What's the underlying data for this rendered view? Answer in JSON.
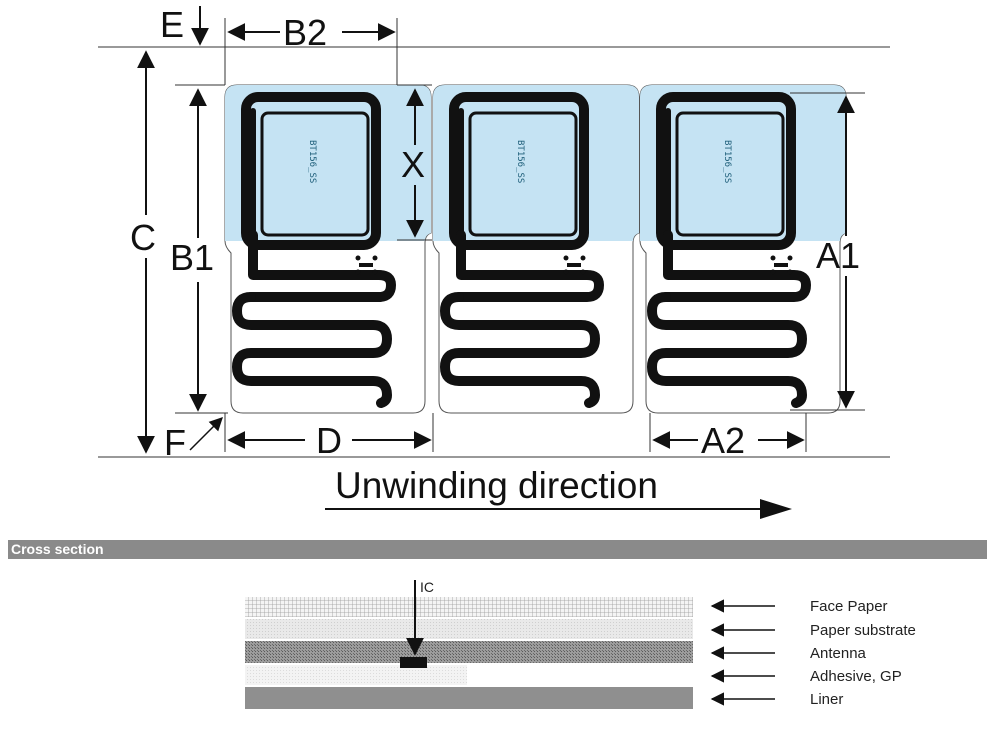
{
  "dimensions": {
    "E": "E",
    "B2": "B2",
    "C": "C",
    "B1": "B1",
    "X": "X",
    "A1": "A1",
    "F": "F",
    "D": "D",
    "A2": "A2"
  },
  "direction_label": "Unwinding direction",
  "chip_marking": "BT156_SS",
  "section_title": "Cross section",
  "cross_section": {
    "ic_label": "IC",
    "layers": [
      "Face Paper",
      "Paper substrate",
      "Antenna",
      "Adhesive, GP",
      "Liner"
    ]
  },
  "colors": {
    "tag_blue": "#c5e3f3",
    "antenna": "#111111",
    "section_bar": "#8a8a8a"
  }
}
